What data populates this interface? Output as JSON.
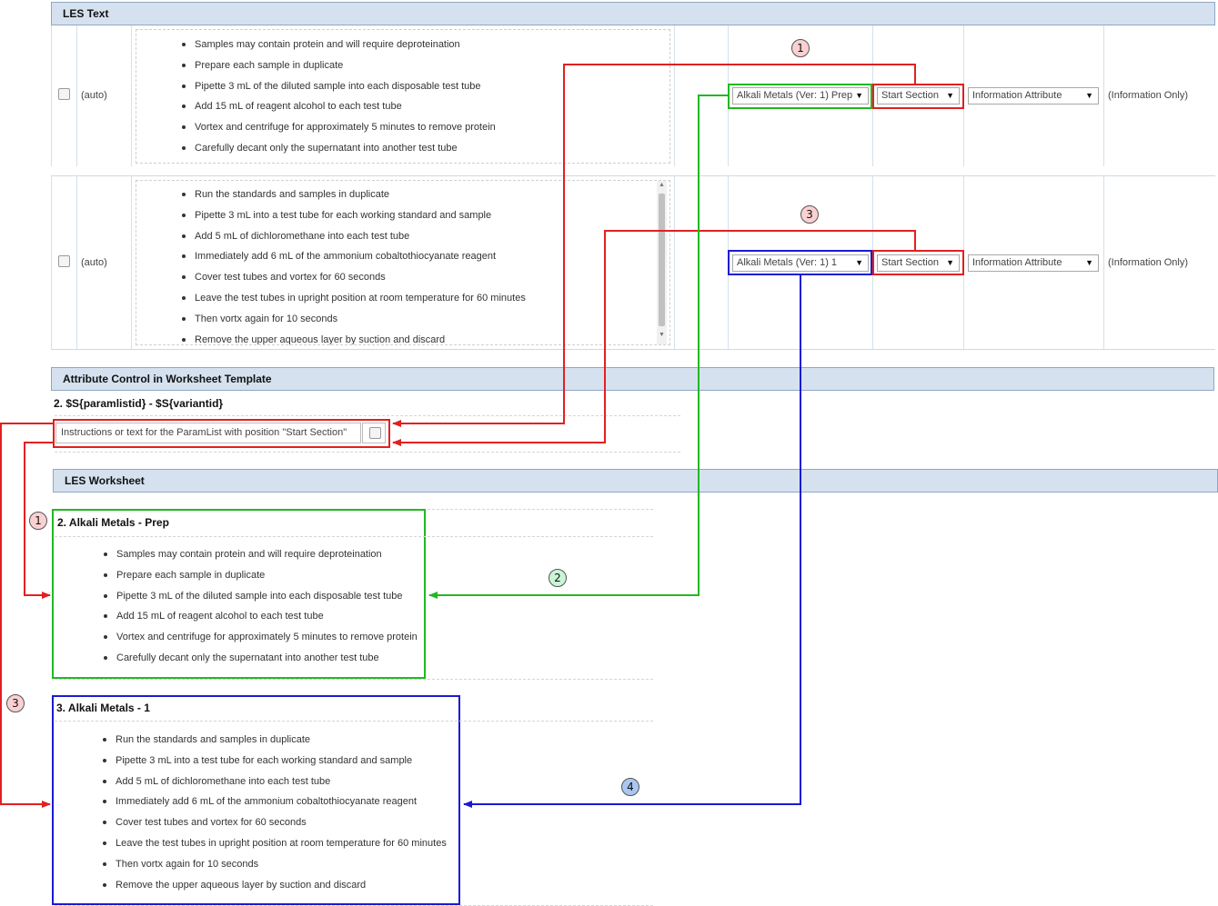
{
  "les_text": {
    "header": "LES Text",
    "rows": [
      {
        "auto": "(auto)",
        "steps": [
          "Samples may contain protein and will require deproteination",
          "Prepare each sample in duplicate",
          "Pipette 3 mL of the diluted sample into each disposable test tube",
          "Add 15 mL of reagent alcohol to each test tube",
          "Vortex and centrifuge for approximately 5 minutes to remove protein",
          "Carefully decant only the supernatant into another test tube"
        ],
        "paramlist": "Alkali Metals (Ver: 1) Prep",
        "position": "Start Section",
        "attribute": "Information Attribute",
        "info": "(Information Only)"
      },
      {
        "auto": "(auto)",
        "steps": [
          "Run the standards and samples in duplicate",
          "Pipette 3 mL into a test tube for each working standard and sample",
          "Add 5 mL of dichloromethane into each test tube",
          "Immediately add 6 mL of the ammonium cobaltothiocyanate reagent",
          "Cover test tubes and vortex for 60 seconds",
          "Leave the test tubes in upright position at room temperature for 60 minutes",
          "Then vortx again for 10 seconds",
          "Remove the upper aqueous layer by suction and discard"
        ],
        "paramlist": "Alkali Metals (Ver: 1) 1",
        "position": "Start Section",
        "attribute": "Information Attribute",
        "info": "(Information Only)"
      }
    ]
  },
  "attribute_control": {
    "header": "Attribute Control in Worksheet Template",
    "title": "2.  $S{paramlistid} - $S{variantid}",
    "input_text": "Instructions or text for the ParamList with position \"Start Section\""
  },
  "les_worksheet": {
    "header": "LES Worksheet",
    "sections": [
      {
        "title": "2.  Alkali Metals - Prep",
        "steps": [
          "Samples may contain protein and will require deproteination",
          "Prepare each sample in duplicate",
          "Pipette 3 mL of the diluted sample into each disposable test tube",
          "Add 15 mL of reagent alcohol to each test tube",
          "Vortex and centrifuge for approximately 5 minutes to remove protein",
          "Carefully decant only the supernatant into another test tube"
        ]
      },
      {
        "title": "3.  Alkali Metals - 1",
        "steps": [
          "Run the standards and samples in duplicate",
          "Pipette 3 mL into a test tube for each working standard and sample",
          "Add 5 mL of dichloromethane into each test tube",
          "Immediately add 6 mL of the ammonium cobaltothiocyanate reagent",
          "Cover test tubes and vortex for 60 seconds",
          "Leave the test tubes in upright position at room temperature for 60 minutes",
          "Then vortx again for 10 seconds",
          "Remove the upper aqueous layer by suction and discard"
        ]
      }
    ]
  },
  "callouts": [
    "1",
    "2",
    "3",
    "4"
  ],
  "colors": {
    "header_bg": "#d5e1ef",
    "red": "#e32020",
    "green": "#22b822",
    "blue": "#1a1ad6",
    "callout_red_bg": "#fbd0d0",
    "callout_green_bg": "#c9f5d6",
    "callout_blue_bg": "#a9c7f0"
  },
  "icons": {
    "dropdown": "triangle-down-icon",
    "checkbox": "checkbox-icon",
    "scroll_up": "scroll-up-icon",
    "scroll_down": "scroll-down-icon"
  }
}
